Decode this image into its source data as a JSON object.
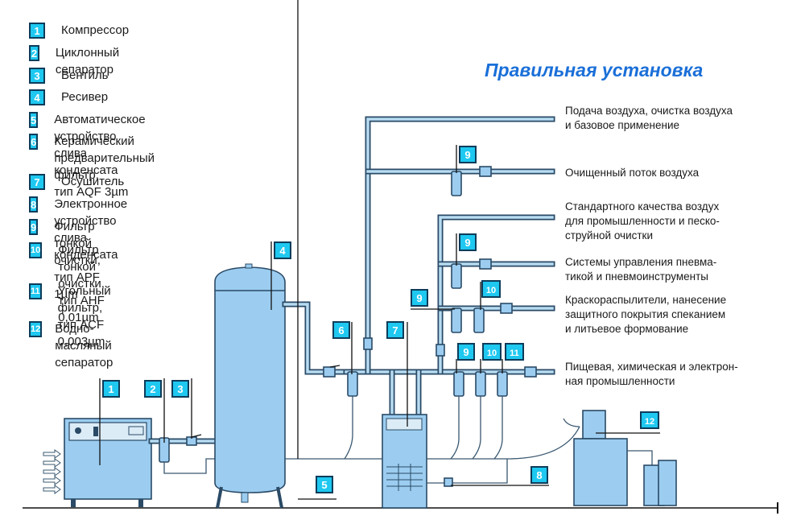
{
  "title": "Правильная установка",
  "colors": {
    "badge_fill": "#1ec8f0",
    "badge_border": "#0d3c5a",
    "title": "#1a6fd8",
    "equipment": "#9ccdf0"
  },
  "legend": [
    {
      "num": "1",
      "text": "Компрессор"
    },
    {
      "num": "2",
      "text": "Циклонный сепаратор"
    },
    {
      "num": "3",
      "text": "Вентиль"
    },
    {
      "num": "4",
      "text": "Ресивер"
    },
    {
      "num": "5",
      "text": "Автоматическое устройство слива конденсата"
    },
    {
      "num": "6",
      "text": "Керамический предварительный фильтр,\nтип AQF 3µm"
    },
    {
      "num": "7",
      "text": "Осушитель"
    },
    {
      "num": "8",
      "text": "Электронное устройство слива конденсата"
    },
    {
      "num": "9",
      "text": "Фильтр тонкой очистки, тип APF 1µm"
    },
    {
      "num": "10",
      "text": "Фильтр тонкой очистки,\nтип AHF 0,01µm"
    },
    {
      "num": "11",
      "text": "Угольный фильтр,\nтип ACF 0,003µm"
    },
    {
      "num": "12",
      "text": "Водно-масляный\nсепаратор"
    }
  ],
  "applications": [
    {
      "text": "Подача воздуха, очистка воздуха\nи базовое применение"
    },
    {
      "text": "Очищенный поток воздуха"
    },
    {
      "text": "Стандартного качества воздух\nдля промышленности и песко-\nструйной очистки"
    },
    {
      "text": "Системы управления пневма-\nтикой и пневмоинструменты"
    },
    {
      "text": "Краскораспылители, нанесение\nзащитного покрытия спеканием\nи литьевое формование"
    },
    {
      "text": "Пищевая, химическая и электрон-\nная промышленности"
    }
  ],
  "diagram_labels": {
    "compressor": "1",
    "cyclone": "2",
    "valve": "3",
    "receiver": "4",
    "auto_drain": "5",
    "prefilter": "6",
    "dryer": "7",
    "electronic_drain": "8",
    "filter_9_top": "9",
    "filter_9_mid": "9",
    "filter_9_low": "9",
    "filter_9_bottom": "9",
    "filter_10_low": "10",
    "filter_10_bottom": "10",
    "filter_11_bottom": "11",
    "separator": "12"
  }
}
